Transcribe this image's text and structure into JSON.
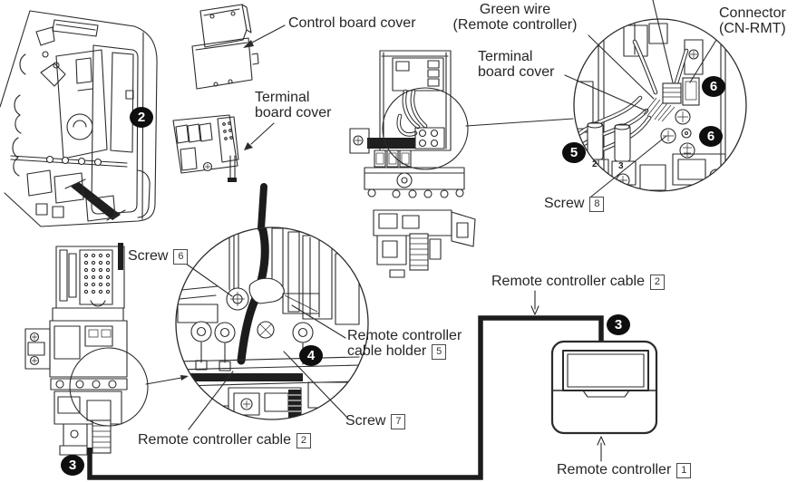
{
  "labels": {
    "control_board_cover": {
      "text": "Control board cover"
    },
    "terminal_board_cover_left": {
      "line1": "Terminal",
      "line2": "board cover"
    },
    "green_wire": {
      "line1": "Green wire",
      "line2": "(Remote controller)"
    },
    "terminal_board_cover_right": {
      "line1": "Terminal",
      "line2": "board cover"
    },
    "connector_cn_rmt": {
      "line1": "Connector",
      "line2": "(CN-RMT)"
    },
    "screw_8": {
      "text": "Screw",
      "ref": "8"
    },
    "screw_6": {
      "text": "Screw",
      "ref": "6"
    },
    "screw_7": {
      "text": "Screw",
      "ref": "7"
    },
    "remote_controller_cable_holder": {
      "line1": "Remote controller",
      "line2": "cable holder",
      "ref": "5"
    },
    "remote_controller_cable_left": {
      "text": "Remote controller cable",
      "ref": "2"
    },
    "remote_controller_cable_top": {
      "text": "Remote controller cable",
      "ref": "2"
    },
    "remote_controller": {
      "text": "Remote controller",
      "ref": "1"
    }
  },
  "step_badges": {
    "unit_front": "2",
    "cable_left": "3",
    "cable_right": "3",
    "holder_detail": "4",
    "terminal_detail": "5",
    "connector_upper": "6",
    "connector_lower": "6"
  },
  "terminal_numbers": {
    "t2": "2",
    "t3": "3"
  },
  "colors": {
    "ink": "#2b2b2b",
    "badge_bg": "#0e0e0e",
    "background": "#ffffff"
  }
}
